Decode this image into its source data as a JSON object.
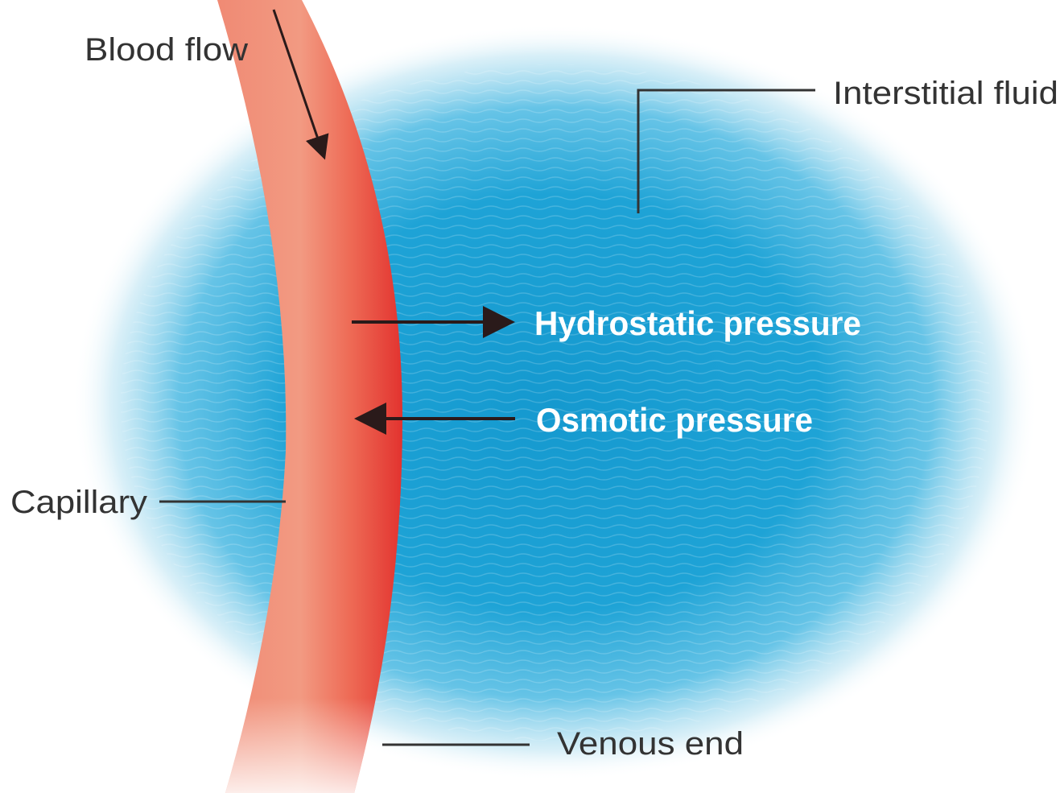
{
  "labels": {
    "blood_flow": "Blood flow",
    "interstitial_fluid": "Interstitial fluid",
    "hydrostatic_pressure": "Hydrostatic pressure",
    "osmotic_pressure": "Osmotic pressure",
    "capillary": "Capillary",
    "venous_end": "Venous end"
  },
  "colors": {
    "fluid_blue": "#1ea3d6",
    "capillary_light": "#f3907a",
    "capillary_dark": "#e53b38",
    "label_dark": "#333333",
    "label_light": "#ffffff",
    "arrow": "#2a1a1a"
  }
}
